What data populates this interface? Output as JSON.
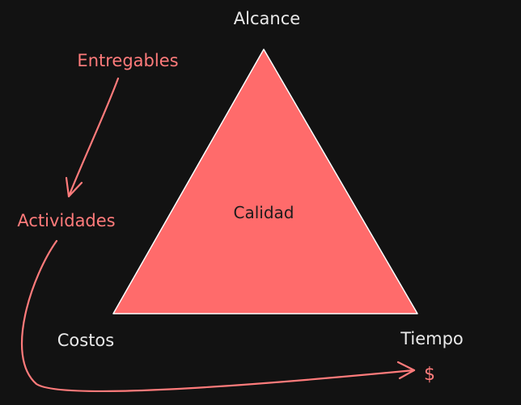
{
  "colors": {
    "background": "#121212",
    "triangle_fill": "#ff6b6b",
    "triangle_edge": "#ffffff",
    "accent": "#ff7b7b",
    "text_light": "#e9e9e9",
    "text_dark": "#1b1b1b"
  },
  "triangle": {
    "vertices": {
      "top": "Alcance",
      "bottom_left": "Costos",
      "bottom_right": "Tiempo"
    },
    "center": "Calidad"
  },
  "flow": {
    "start": "Entregables",
    "middle": "Actividades",
    "end": "$"
  }
}
